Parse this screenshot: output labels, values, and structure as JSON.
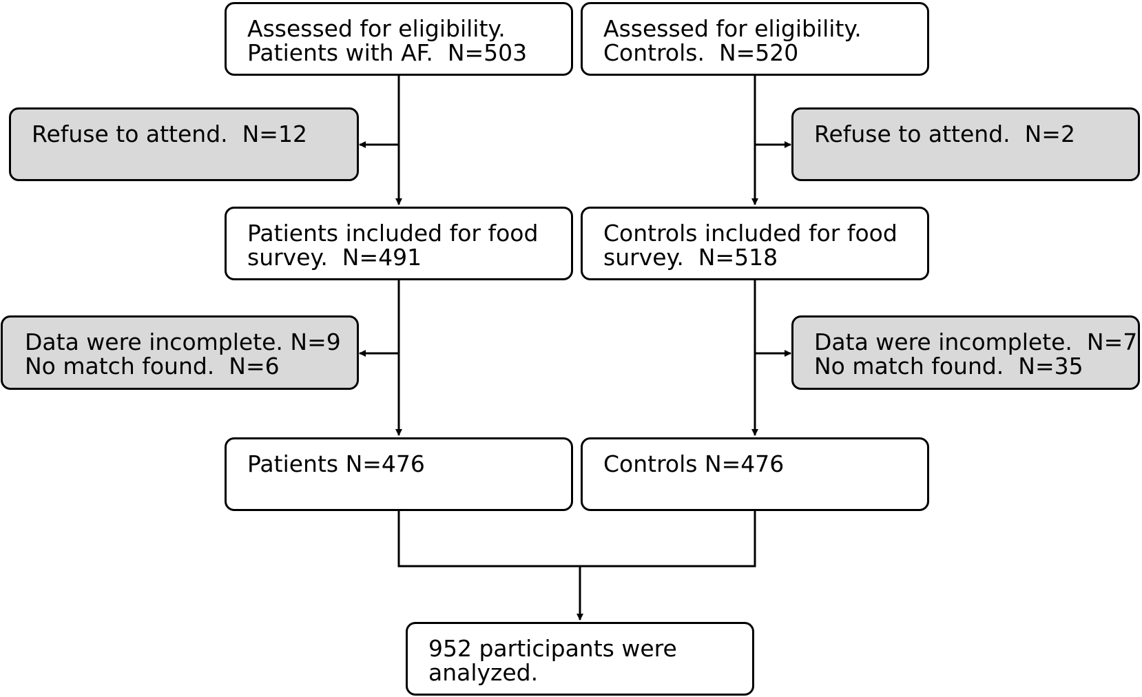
{
  "flowchart": {
    "af_assessed": [
      "Assessed for eligibility.",
      "Patients with AF.  N=503"
    ],
    "ctrl_assessed": [
      "Assessed for eligibility.",
      "Controls.  N=520"
    ],
    "af_refuse": [
      "Refuse to attend.  N=12"
    ],
    "ctrl_refuse": [
      "Refuse to attend.  N=2"
    ],
    "af_included": [
      "Patients included for food",
      "survey.  N=491"
    ],
    "ctrl_included": [
      "Controls included for food",
      "survey.  N=518"
    ],
    "af_excluded": [
      "Data were incomplete. N=9",
      "No match found.  N=6"
    ],
    "ctrl_excluded": [
      "Data were incomplete.  N=7",
      "No match found.  N=35"
    ],
    "af_final": [
      "Patients N=476"
    ],
    "ctrl_final": [
      "Controls N=476"
    ],
    "total": [
      "952 participants were",
      "analyzed."
    ]
  }
}
